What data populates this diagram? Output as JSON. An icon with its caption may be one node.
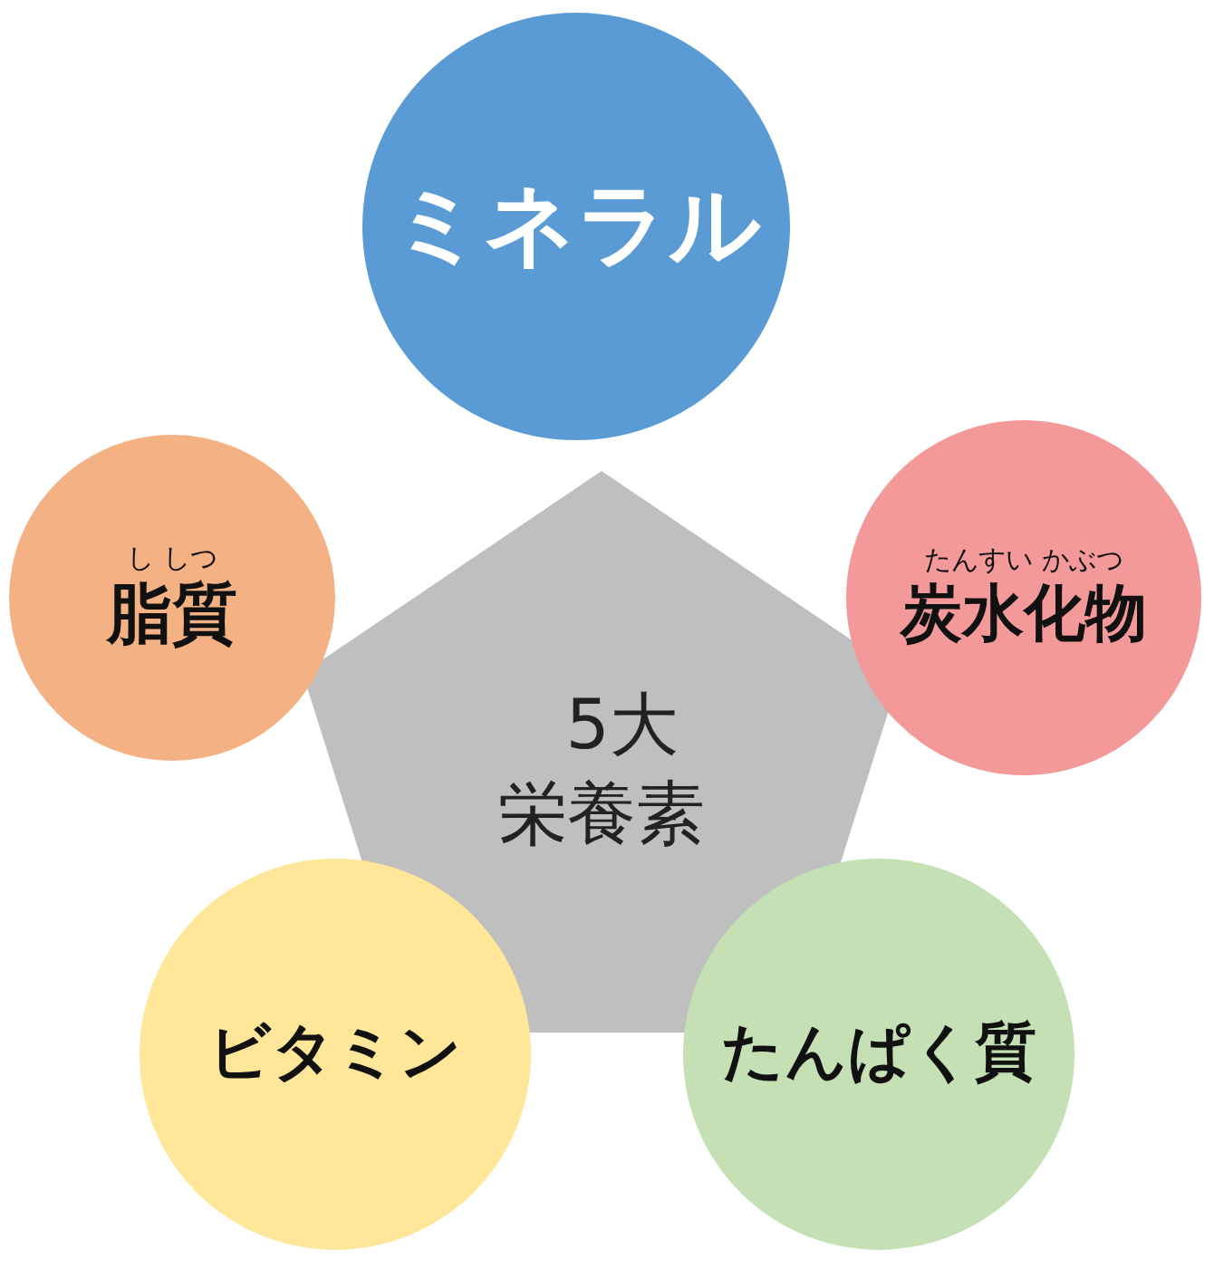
{
  "diagram": {
    "nodes": [
      {
        "text": [
          "ミネラル"
        ]
      },
      {
        "text": [
          "し しつ",
          "脂質"
        ]
      },
      {
        "text": [
          "5大栄養素"
        ]
      },
      {
        "text": [
          "たんすい かぶつ",
          "炭水化物"
        ]
      },
      {
        "text": [
          "ビタミン"
        ]
      },
      {
        "text": [
          "たんぱく質"
        ]
      }
    ]
  }
}
